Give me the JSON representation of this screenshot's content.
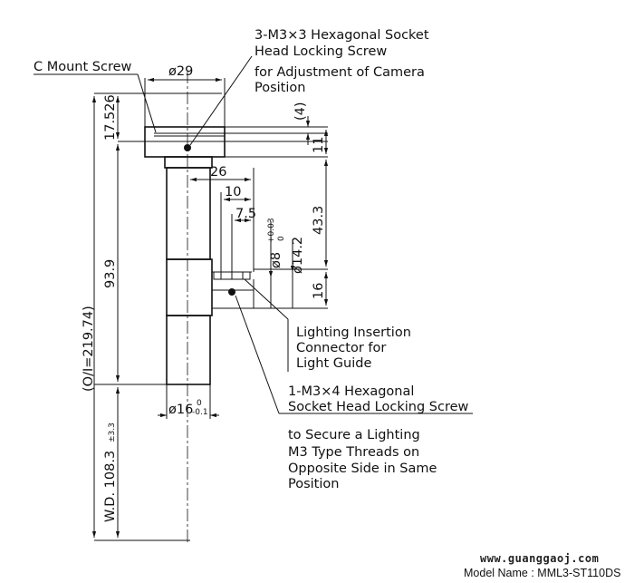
{
  "labels": {
    "c_mount": "C Mount Screw",
    "locking_screw_3_line1": "3-M3×3 Hexagonal Socket",
    "locking_screw_3_line2": "Head Locking Screw",
    "adjustment_line1": "for Adjustment of Camera",
    "adjustment_line2": "Position",
    "lighting_line1": "Lighting Insertion",
    "lighting_line2": "Connector for",
    "lighting_line3": "Light Guide",
    "locking_screw_1_line1": "1-M3×4 Hexagonal",
    "locking_screw_1_line2": "Socket Head Locking Screw",
    "secure_line1": "to Secure a Lighting",
    "secure_line2": "M3 Type Threads on",
    "secure_line3": "Opposite Side in Same",
    "secure_line4": "Position"
  },
  "dimensions": {
    "d29": "ø29",
    "d26": "26",
    "d10": "10",
    "d7_5": "7.5",
    "d8": "ø8",
    "d8_tol_upper": "+0.03",
    "d8_tol_lower": "0",
    "d14_2": "ø14.2",
    "h4": "(4)",
    "h11": "11",
    "h43_3": "43.3",
    "h16": "16",
    "h17_526": "17.526",
    "h93_9": "93.9",
    "oi": "(O/I=219.74)",
    "wd": "W.D. 108.3",
    "wd_tol": "±3.3",
    "d16": "ø16",
    "d16_tol_upper": "0",
    "d16_tol_lower": "-0.1"
  },
  "footer": {
    "watermark": "www.guanggaoj.com",
    "model": "Model Name : MML3-ST110DS"
  }
}
